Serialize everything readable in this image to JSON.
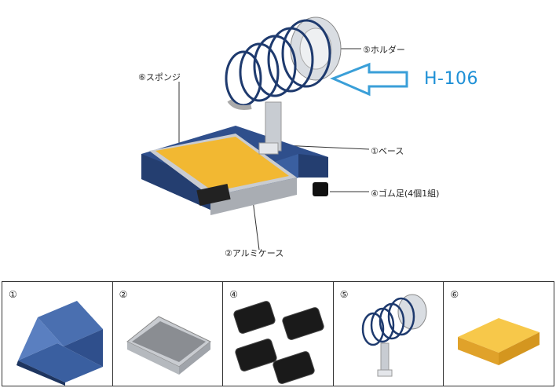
{
  "model": "H-106",
  "callouts": {
    "holder": "⑤ホルダー",
    "sponge": "⑥スポンジ",
    "base": "①ベース",
    "rubber_feet": "④ゴム足(4個1組)",
    "aluminum_case": "②アルミケース"
  },
  "parts": [
    {
      "num": "①",
      "name": "base"
    },
    {
      "num": "②",
      "name": "aluminum-case"
    },
    {
      "num": "④",
      "name": "rubber-feet"
    },
    {
      "num": "⑤",
      "name": "holder"
    },
    {
      "num": "⑥",
      "name": "sponge"
    }
  ],
  "colors": {
    "arrow": "#3a9fd8",
    "base": "#2f4f8c",
    "sponge": "#f2b832",
    "model_text": "#1e90d6"
  }
}
